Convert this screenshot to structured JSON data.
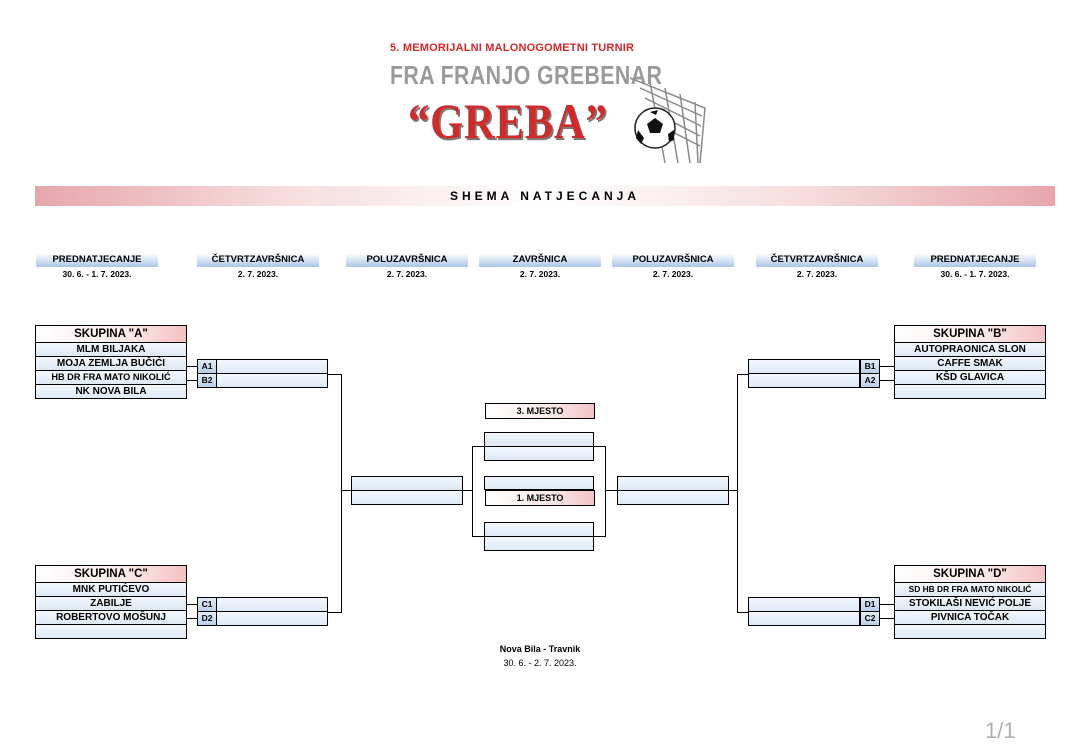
{
  "logo": {
    "subtitle": "5. MEMORIJALNI MALONOGOMETNI TURNIR",
    "name": "FRA FRANJO GREBENAR",
    "nickname": "“GREBA”"
  },
  "banner": {
    "title": "SHEMA NATJECANJA"
  },
  "rounds": [
    {
      "name": "PREDNATJECANJE",
      "date": "30. 6. - 1. 7. 2023."
    },
    {
      "name": "ČETVRTZAVRŠNICA",
      "date": "2. 7. 2023."
    },
    {
      "name": "POLUZAVRŠNICA",
      "date": "2. 7. 2023."
    },
    {
      "name": "ZAVRŠNICA",
      "date": "2. 7. 2023."
    },
    {
      "name": "POLUZAVRŠNICA",
      "date": "2. 7. 2023."
    },
    {
      "name": "ČETVRTZAVRŠNICA",
      "date": "2. 7. 2023."
    },
    {
      "name": "PREDNATJECANJE",
      "date": "30. 6. - 1. 7. 2023."
    }
  ],
  "groups": {
    "a": {
      "title": "SKUPINA \"A\"",
      "teams": [
        "MLM BILJAKA",
        "MOJA ZEMLJA BUČIĆI",
        "HB DR FRA MATO NIKOLIĆ",
        "NK NOVA BILA"
      ]
    },
    "b": {
      "title": "SKUPINA \"B\"",
      "teams": [
        "AUTOPRAONICA SLON",
        "CAFFE SMAK",
        "KŠD GLAVICA",
        ""
      ]
    },
    "c": {
      "title": "SKUPINA \"C\"",
      "teams": [
        "MNK PUTIĆEVO",
        "ZABILJE",
        "ROBERTOVO MOŠUNJ",
        ""
      ]
    },
    "d": {
      "title": "SKUPINA \"D\"",
      "teams": [
        "SD HB DR FRA MATO NIKOLIĆ",
        "STOKILAŠI NEVIĆ POLJE",
        "PIVNICA TOČAK",
        ""
      ]
    }
  },
  "seeds": {
    "a1": "A1",
    "b2": "B2",
    "c1": "C1",
    "d2": "D2",
    "b1": "B1",
    "a2": "A2",
    "d1": "D1",
    "c2": "C2"
  },
  "places": {
    "third": "3. MJESTO",
    "first": "1. MJESTO"
  },
  "footer": {
    "location": "Nova Bila - Travnik",
    "dates": "30. 6. -  2. 7. 2023."
  },
  "page": {
    "number": "1/1"
  },
  "colors": {
    "accent_red": "#d12a2a",
    "slot_blue": "#dde9f6",
    "header_pink": "#f3c2c2"
  }
}
